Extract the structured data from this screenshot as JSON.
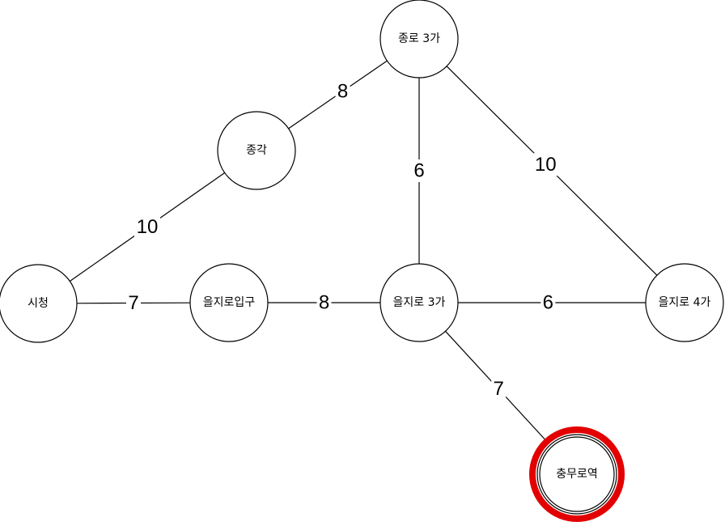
{
  "nodes": [
    {
      "id": "jongno3ga",
      "label": "종로 3가"
    },
    {
      "id": "jonggak",
      "label": "종각"
    },
    {
      "id": "sicheong",
      "label": "시청"
    },
    {
      "id": "euljiroipgu",
      "label": "을지로입구"
    },
    {
      "id": "euljiro3ga",
      "label": "을지로 3가"
    },
    {
      "id": "euljiro4ga",
      "label": "을지로 4가"
    },
    {
      "id": "chungmuro",
      "label": "충무로역",
      "highlighted": true
    }
  ],
  "edges": [
    {
      "from": "jongno3ga",
      "to": "jonggak",
      "weight": "8"
    },
    {
      "from": "jonggak",
      "to": "sicheong",
      "weight": "10"
    },
    {
      "from": "jongno3ga",
      "to": "euljiro3ga",
      "weight": "6"
    },
    {
      "from": "jongno3ga",
      "to": "euljiro4ga",
      "weight": "10"
    },
    {
      "from": "sicheong",
      "to": "euljiroipgu",
      "weight": "7"
    },
    {
      "from": "euljiroipgu",
      "to": "euljiro3ga",
      "weight": "8"
    },
    {
      "from": "euljiro3ga",
      "to": "euljiro4ga",
      "weight": "6"
    },
    {
      "from": "euljiro3ga",
      "to": "chungmuro",
      "weight": "7"
    }
  ],
  "colors": {
    "highlight": "#e30000",
    "stroke": "#000000"
  }
}
